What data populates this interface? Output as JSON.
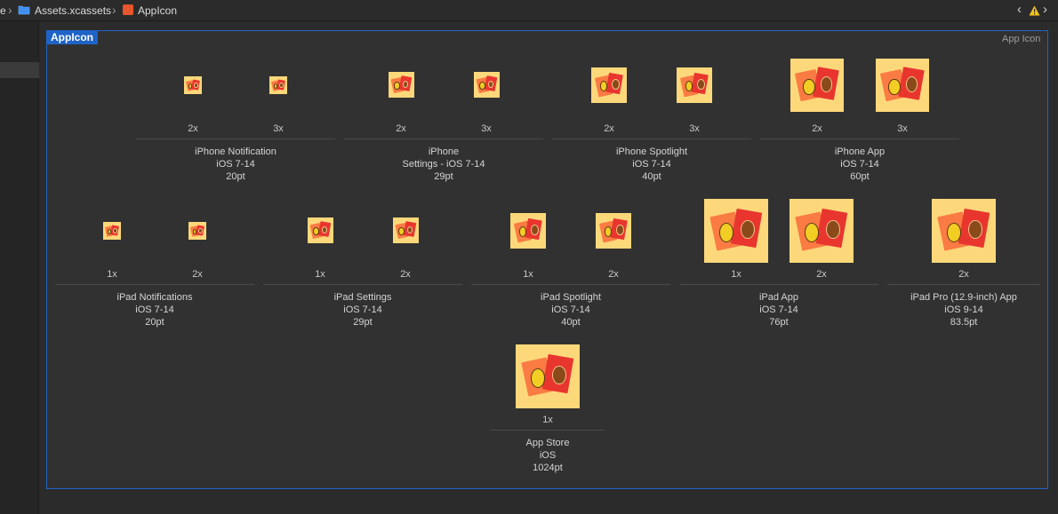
{
  "breadcrumb": {
    "truncated": "e",
    "catalog": "Assets.xcassets",
    "set": "AppIcon"
  },
  "panel": {
    "tag": "AppIcon",
    "type_label": "App Icon"
  },
  "colors": {
    "accent": "#1f63c7",
    "icon_background": "#fdd87a",
    "card_orange": "#fa7b43",
    "card_red": "#e8362f"
  },
  "groups": [
    {
      "device": "iPhone Notification",
      "os": "iOS 7-14",
      "size": "20pt",
      "slots": [
        "2x",
        "3x"
      ]
    },
    {
      "device": "iPhone",
      "os": "Settings - iOS 7-14",
      "size": "29pt",
      "slots": [
        "2x",
        "3x"
      ]
    },
    {
      "device": "iPhone Spotlight",
      "os": "iOS 7-14",
      "size": "40pt",
      "slots": [
        "2x",
        "3x"
      ]
    },
    {
      "device": "iPhone App",
      "os": "iOS 7-14",
      "size": "60pt",
      "slots": [
        "2x",
        "3x"
      ]
    },
    {
      "device": "iPad Notifications",
      "os": "iOS 7-14",
      "size": "20pt",
      "slots": [
        "1x",
        "2x"
      ]
    },
    {
      "device": "iPad Settings",
      "os": "iOS 7-14",
      "size": "29pt",
      "slots": [
        "1x",
        "2x"
      ]
    },
    {
      "device": "iPad Spotlight",
      "os": "iOS 7-14",
      "size": "40pt",
      "slots": [
        "1x",
        "2x"
      ]
    },
    {
      "device": "iPad App",
      "os": "iOS 7-14",
      "size": "76pt",
      "slots": [
        "1x",
        "2x"
      ]
    },
    {
      "device": "iPad Pro (12.9-inch) App",
      "os": "iOS 9-14",
      "size": "83.5pt",
      "slots": [
        "2x"
      ]
    },
    {
      "device": "App Store",
      "os": "iOS",
      "size": "1024pt",
      "slots": [
        "1x"
      ]
    }
  ]
}
